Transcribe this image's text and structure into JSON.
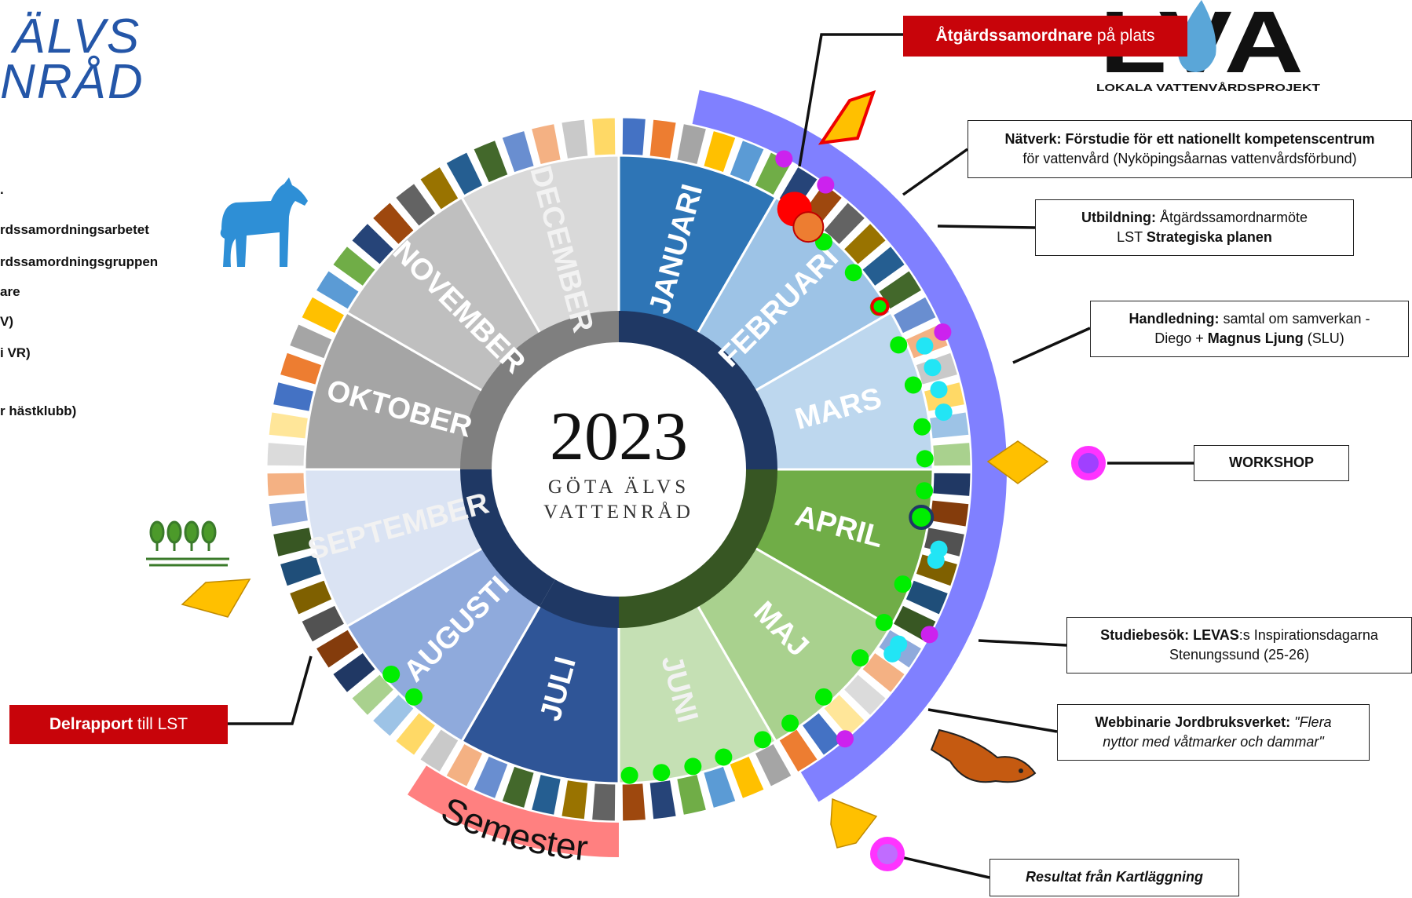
{
  "logo_left": {
    "line1": "ÄLVS",
    "line2": "NRÅD"
  },
  "lova_logo": {
    "text": "LOKALA VATTENVÅRDSPROJEKT",
    "letters": "LVA"
  },
  "legend": {
    "items": [
      ".",
      "rdssamordningsarbetet",
      "rdssamordningsgruppen",
      "are",
      "V)",
      "i VR)",
      "r hästklubb)"
    ]
  },
  "wheel": {
    "year": "2023",
    "org_line1": "GÖTA ÄLVS",
    "org_line2": "VATTENRÅD",
    "semester_label": "Semester",
    "months": [
      {
        "name": "JANUARI",
        "color": "#2e75b6"
      },
      {
        "name": "FEBRUARI",
        "color": "#9dc3e6"
      },
      {
        "name": "MARS",
        "color": "#bdd7ee"
      },
      {
        "name": "APRIL",
        "color": "#70ad47"
      },
      {
        "name": "MAJ",
        "color": "#a9d18e"
      },
      {
        "name": "JUNI",
        "color": "#c5e0b4"
      },
      {
        "name": "JULI",
        "color": "#2f5597"
      },
      {
        "name": "AUGUSTI",
        "color": "#8faadc"
      },
      {
        "name": "SEPTEMBER",
        "color": "#dae3f3"
      },
      {
        "name": "OKTOBER",
        "color": "#a5a5a5"
      },
      {
        "name": "NOVEMBER",
        "color": "#bfbfbf"
      },
      {
        "name": "DECEMBER",
        "color": "#d9d9d9"
      }
    ],
    "inner_ring_colors": [
      "#1f3864",
      "#375623",
      "#7f7f7f"
    ],
    "tile_colors": [
      "#4472c4",
      "#ed7d31",
      "#a5a5a5",
      "#ffc000",
      "#5b9bd5",
      "#70ad47",
      "#264478",
      "#9e480e",
      "#636363",
      "#997300",
      "#255e91",
      "#43682b",
      "#698ed0",
      "#f4b183",
      "#c9c9c9",
      "#ffd966",
      "#9dc3e6",
      "#a9d18e",
      "#203864",
      "#843c0c",
      "#525252",
      "#7f6000",
      "#1f4e79",
      "#385723",
      "#8faadc",
      "#f4b183",
      "#dbdbdb",
      "#ffe699"
    ]
  },
  "callouts": {
    "atgard": {
      "bold": "Åtgärdssamordnare",
      "rest": " på plats"
    },
    "natverk": {
      "bold": "Nätverk: Förstudie för ett nationellt kompetenscentrum",
      "line2": "för vattenvård (Nyköpingsåarnas vattenvårdsförbund)"
    },
    "utbildning": {
      "bold": "Utbildning:",
      "rest": " Åtgärdssamordnarmöte",
      "line2a": "LST ",
      "line2b": "Strategiska planen"
    },
    "handledning": {
      "bold": "Handledning:",
      "rest": " samtal om samverkan -",
      "line2a": "Diego + ",
      "line2b": "Magnus Ljung",
      "line2c": " (SLU)"
    },
    "workshop": {
      "bold": "WORKSHOP"
    },
    "studiebesok": {
      "bold": "Studiebesök: ",
      "bold2": "LEVAS",
      "rest": ":s Inspirationsdagarna",
      "line2": "Stenungssund (25-26)"
    },
    "webbinarie": {
      "bold": "Webbinarie Jordbruksverket:",
      "rest": " \"Flera",
      "line2": "nyttor med våtmarker och dammar\""
    },
    "resultat": {
      "text": "Resultat från Kartläggning"
    },
    "delrapport": {
      "bold": "Delrapport",
      "rest": " till LST"
    }
  },
  "colors": {
    "accent_red": "#c8040a",
    "band_purple": "#8080ff",
    "band_semester": "#ff8080",
    "dot_green": "#00ee00",
    "dot_cyan": "#22e5f5",
    "dot_magenta": "#cc22ee"
  }
}
